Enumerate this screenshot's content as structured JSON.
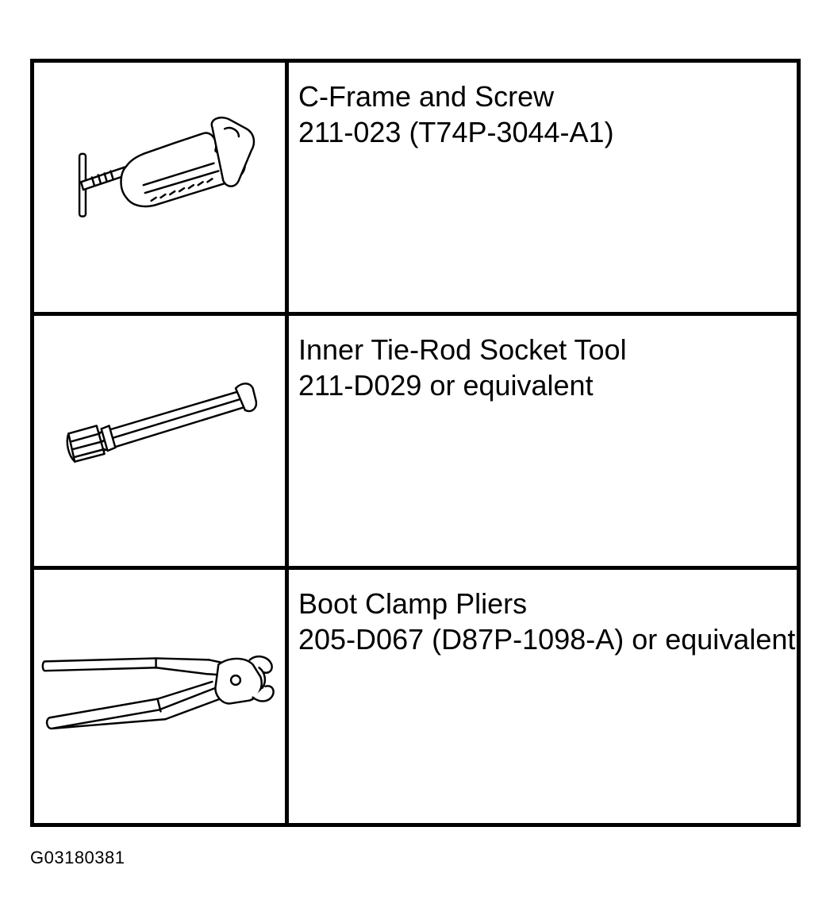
{
  "tools": [
    {
      "name": "C-Frame and Screw",
      "number": "211-023 (T74P-3044-A1)",
      "icon": "c-frame-screw-icon"
    },
    {
      "name": "Inner Tie-Rod Socket Tool",
      "number": "211-D029 or equivalent",
      "icon": "tie-rod-socket-icon"
    },
    {
      "name": "Boot Clamp Pliers",
      "number": "205-D067 (D87P-1098-A) or equivalent",
      "icon": "boot-clamp-pliers-icon"
    }
  ],
  "figure_id": "G03180381"
}
